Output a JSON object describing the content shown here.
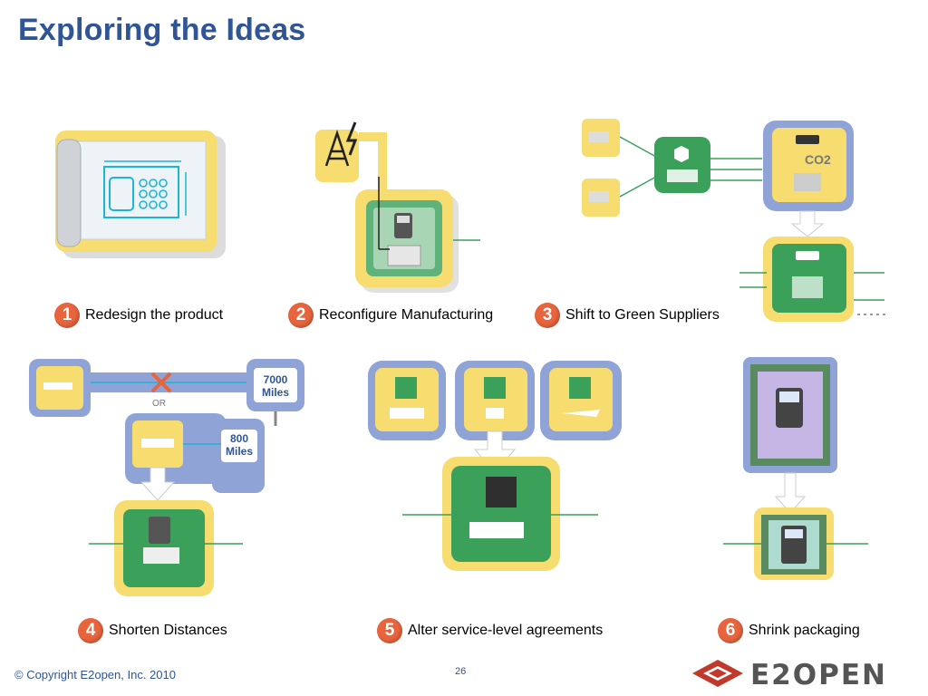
{
  "slide": {
    "title": "Exploring the Ideas",
    "copyright": "© Copyright E2open, Inc. 2010",
    "page_number": "26",
    "logo_text": "E2OPEN"
  },
  "ideas": [
    {
      "number": "1",
      "label": "Redesign the product"
    },
    {
      "number": "2",
      "label": "Reconfigure Manufacturing"
    },
    {
      "number": "3",
      "label": "Shift to Green Suppliers"
    },
    {
      "number": "4",
      "label": "Shorten Distances"
    },
    {
      "number": "5",
      "label": "Alter service-level agreements"
    },
    {
      "number": "6",
      "label": "Shrink packaging"
    }
  ],
  "illustration_text": {
    "co2": "CO2",
    "or": "OR",
    "miles_far": "7000 Miles",
    "miles_far_num": "7000",
    "miles_far_unit": "Miles",
    "miles_near_num": "800",
    "miles_near_unit": "Miles"
  },
  "colors": {
    "title": "#2f5597",
    "badge": "#e8643c",
    "yellow_panel": "#f7dc6f",
    "blue_panel": "#8fa3d6",
    "green_box": "#3aa05a",
    "logo_red": "#c0392b"
  }
}
